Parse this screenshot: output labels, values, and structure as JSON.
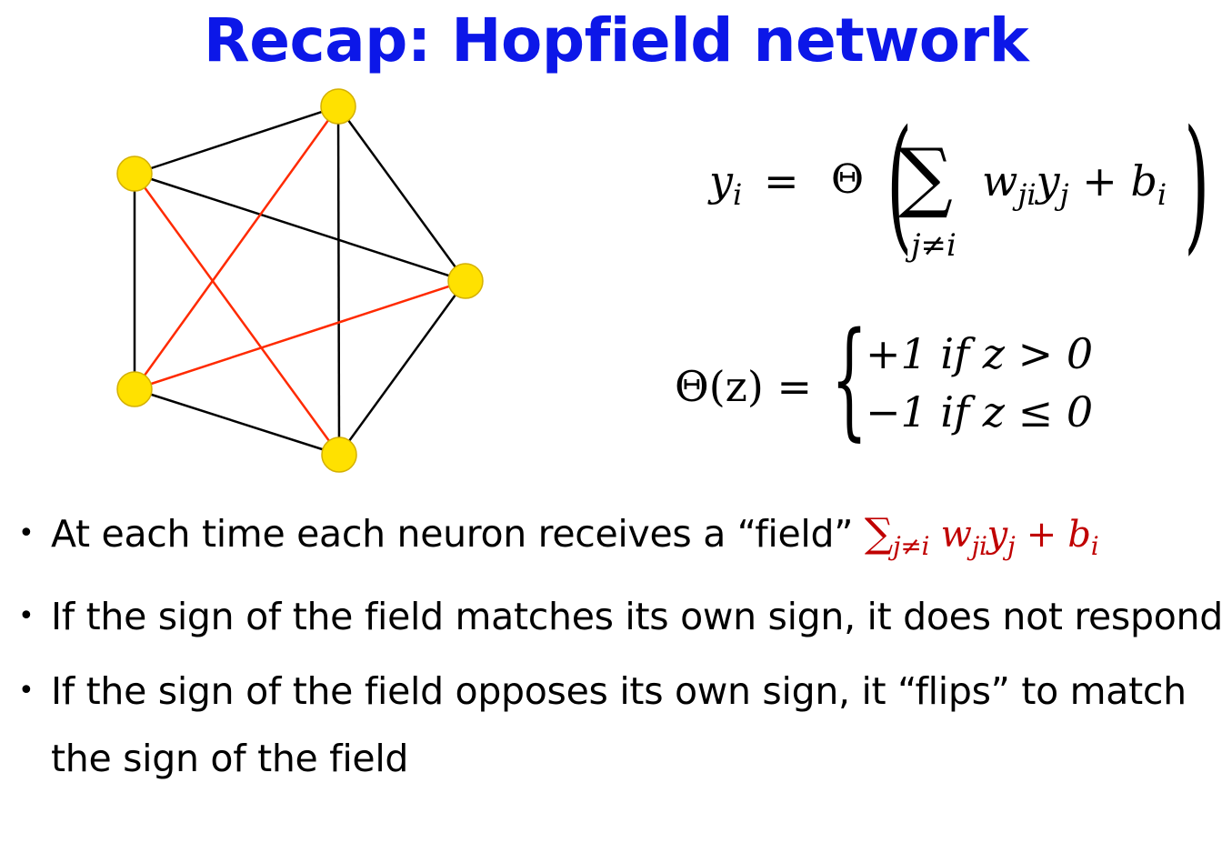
{
  "slide": {
    "title": "Recap: Hopfield network"
  },
  "network": {
    "node_count": 5,
    "node_color": "#ffe100",
    "node_stroke": "#c8a800",
    "edge_color_default": "#000000",
    "edge_color_highlight": "#ff2a00"
  },
  "equation1": {
    "lhs": "y",
    "lhs_sub": "i",
    "equals": "=",
    "function": "Θ",
    "sum_symbol": "∑",
    "sum_sub": "j≠i",
    "term_w": "w",
    "term_w_sub": "ji",
    "term_y": "y",
    "term_y_sub": "j",
    "plus": "+",
    "term_b": "b",
    "term_b_sub": "i"
  },
  "equation2": {
    "lhs": "Θ(z) =",
    "case1": "+1 if z > 0",
    "case2": "−1 if z ≤ 0"
  },
  "bullets": [
    {
      "text": "At each time each neuron receives a “field” ",
      "math": {
        "sum": "∑",
        "sub": "j≠i",
        "w": "w",
        "w_sub": "ji",
        "y": "y",
        "y_sub": "j",
        "plus": " + ",
        "b": "b",
        "b_sub": "i"
      },
      "math_color": "#c00000"
    },
    {
      "text": "If the sign of the field matches its own sign, it does not respond"
    },
    {
      "text": "If the sign of the field opposes its own sign, it “flips” to match the sign of the field"
    }
  ],
  "colors": {
    "title": "#0c17e8",
    "text": "#000000"
  }
}
